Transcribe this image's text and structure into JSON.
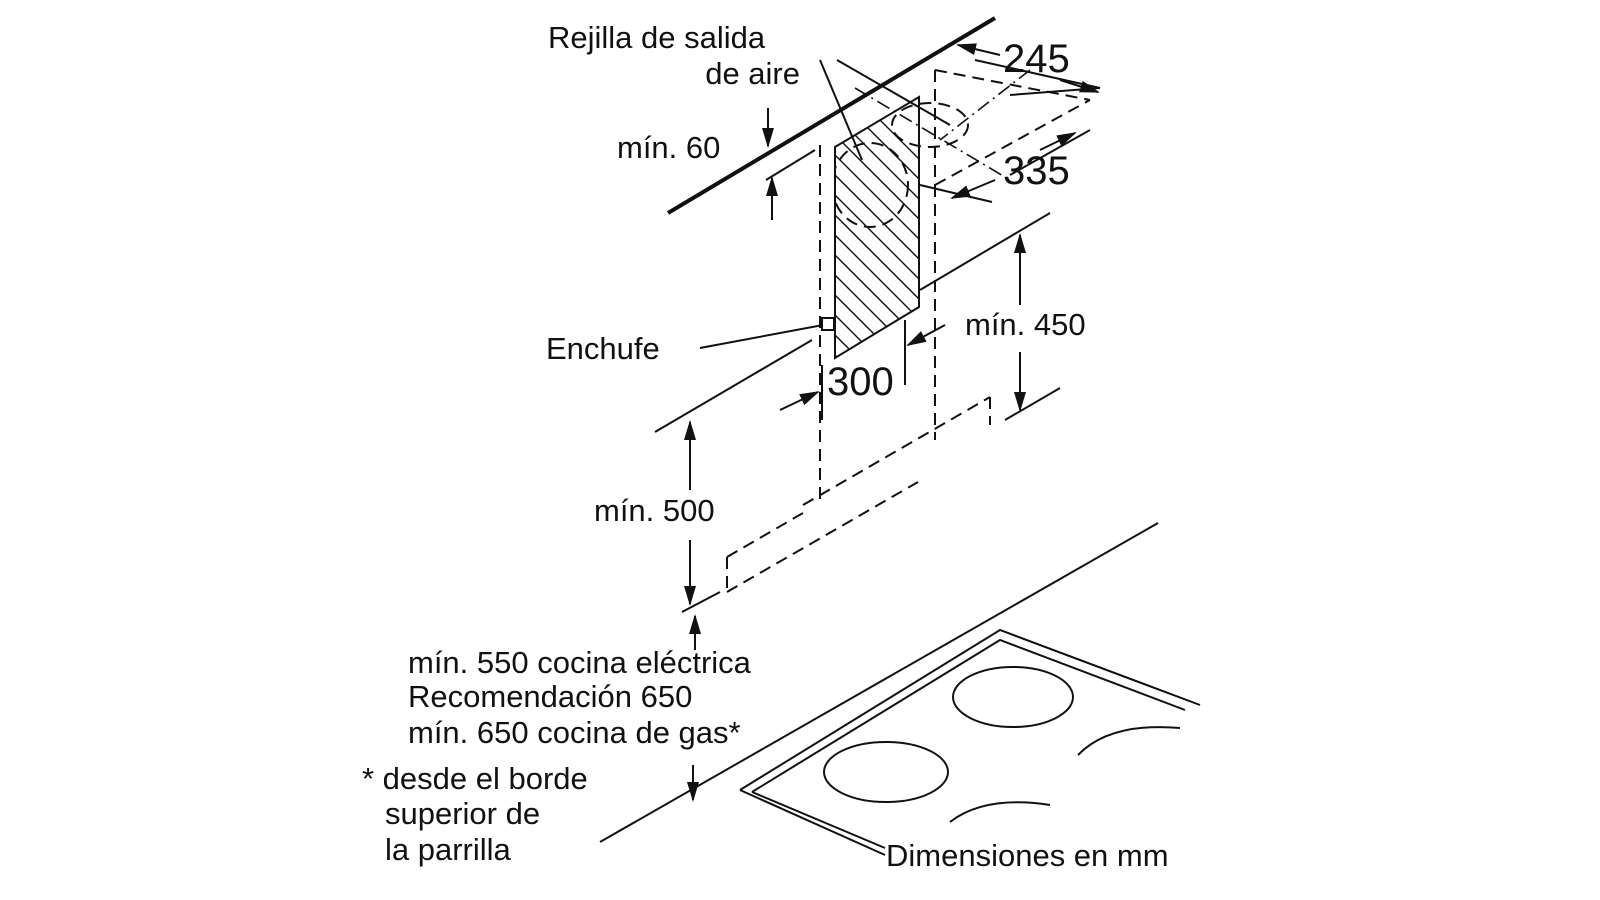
{
  "labels": {
    "air_outlet_line1": "Rejilla de salida",
    "air_outlet_line2": "de aire",
    "min60": "mín. 60",
    "dim245": "245",
    "dim335": "335",
    "min450": "mín. 450",
    "plug": "Enchufe",
    "dim300": "300",
    "min500": "mín. 500",
    "note1": "mín. 550 cocina eléctrica",
    "note2": "Recomendación 650",
    "note3": "mín. 650 cocina de gas*",
    "footnote1": "* desde el borde",
    "footnote2": "superior de",
    "footnote3": "la parrilla",
    "units": "Dimensiones en mm"
  }
}
